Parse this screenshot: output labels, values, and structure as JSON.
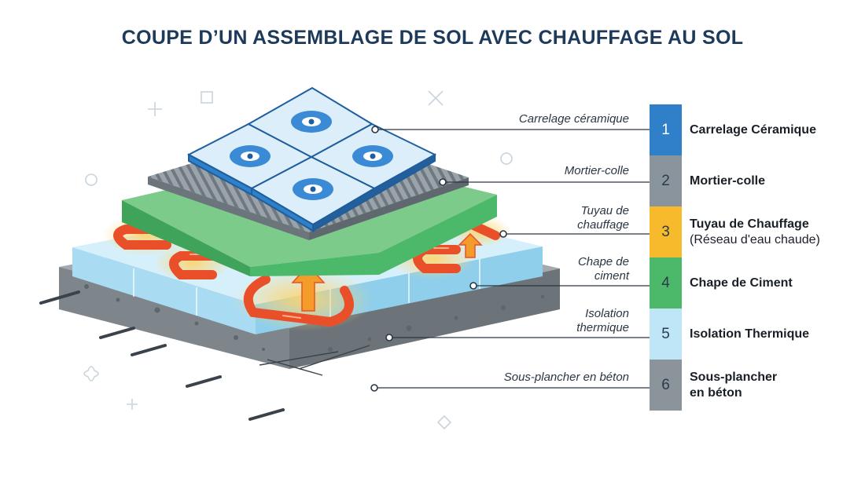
{
  "title": "COUPE D’UN ASSEMBLAGE DE SOL AVEC CHAUFFAGE AU SOL",
  "colors": {
    "title": "#1d3a5a",
    "tile": "#2f7fc9",
    "mortar": "#8a949c",
    "pipe": "#f6ba2c",
    "screed": "#4cb86a",
    "insulation": "#bfe6f7",
    "concrete": "#8c949b"
  },
  "callouts": [
    {
      "lines": [
        "Carrelage céramique"
      ]
    },
    {
      "lines": [
        "Mortier-colle"
      ]
    },
    {
      "lines": [
        "Tuyau de",
        "chauffage"
      ]
    },
    {
      "lines": [
        "Chape de",
        "ciment"
      ]
    },
    {
      "lines": [
        "Isolation",
        "thermique"
      ]
    },
    {
      "lines": [
        "Sous-plancher en béton"
      ]
    }
  ],
  "legend": [
    {
      "number": "1",
      "name": "Carrelage Céramique",
      "color": "#2f7fc9"
    },
    {
      "number": "2",
      "name": "Mortier-colle",
      "color": "#8a949c"
    },
    {
      "number": "3",
      "name": "Tuyau de Chauffage",
      "sub": "(Réseau d'eau chaude)",
      "color": "#f6ba2c"
    },
    {
      "number": "4",
      "name": "Chape de Ciment",
      "color": "#4cb86a"
    },
    {
      "number": "5",
      "name": "Isolation Thermique",
      "color": "#bfe6f7"
    },
    {
      "number": "6",
      "name": "Sous-plancher",
      "sub": "en béton",
      "color": "#8c949b"
    }
  ]
}
